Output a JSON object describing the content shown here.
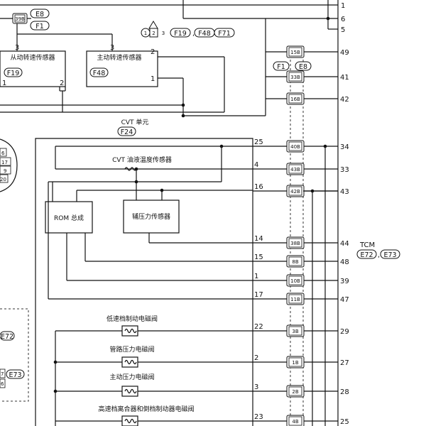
{
  "top_connector": {
    "code": "39B",
    "refs": [
      "E8",
      "F1"
    ]
  },
  "top_refs": {
    "numbers": [
      "1",
      "2",
      "3"
    ],
    "refs": [
      "F19",
      "F48",
      "F71"
    ]
  },
  "sensors": {
    "secondary": {
      "pin": "3",
      "name": "从动转速传感器",
      "ref": "F19",
      "pin_left": "1",
      "pin_right": "2"
    },
    "primary": {
      "pin": "3",
      "name": "主动转速传感器",
      "ref": "F48",
      "pin2": "2",
      "pin1": "1"
    }
  },
  "right_pins": {
    "p1": "1",
    "p6": "6",
    "p5": "5"
  },
  "cvt_unit": {
    "label": "CVT 单元",
    "ref": "F24"
  },
  "mid_refs": [
    "F1",
    "E8"
  ],
  "oil_temp_sensor": {
    "name": "CVT 油液温度传感器"
  },
  "rom_assembly": {
    "name": "ROM 总成"
  },
  "pressure_sensor": {
    "name": "辅压力传感器"
  },
  "solenoids": [
    {
      "name": "低速档制动电磁阀"
    },
    {
      "name": "管路压力电磁阀"
    },
    {
      "name": "主动压力电磁阀"
    },
    {
      "name": "高速档离合器和倒档制动器电磁阀"
    }
  ],
  "rows": [
    {
      "unit_pin": "",
      "conn": "15B",
      "tcm_pin": "49"
    },
    {
      "unit_pin": "",
      "conn": "33B",
      "tcm_pin": "41"
    },
    {
      "unit_pin": "",
      "conn": "16B",
      "tcm_pin": "42"
    },
    {
      "unit_pin": "25",
      "conn": "40B",
      "tcm_pin": "34"
    },
    {
      "unit_pin": "4",
      "conn": "43B",
      "tcm_pin": "33"
    },
    {
      "unit_pin": "16",
      "conn": "42B",
      "tcm_pin": "43"
    },
    {
      "unit_pin": "14",
      "conn": "38B",
      "tcm_pin": "44"
    },
    {
      "unit_pin": "15",
      "conn": "8B",
      "tcm_pin": "48"
    },
    {
      "unit_pin": "1",
      "conn": "10B",
      "tcm_pin": "39"
    },
    {
      "unit_pin": "17",
      "conn": "11B",
      "tcm_pin": "47"
    },
    {
      "unit_pin": "22",
      "conn": "3B",
      "tcm_pin": "29"
    },
    {
      "unit_pin": "2",
      "conn": "1B",
      "tcm_pin": "27"
    },
    {
      "unit_pin": "3",
      "conn": "2B",
      "tcm_pin": "28"
    },
    {
      "unit_pin": "23",
      "conn": "4B",
      "tcm_pin": "25"
    }
  ],
  "tcm": {
    "label": "TCM",
    "refs": [
      "E72",
      "E73"
    ]
  },
  "left_connector": {
    "pins": [
      "6",
      "17",
      "9",
      "20"
    ]
  },
  "left_dashed": {
    "refs": [
      "E72",
      "E73"
    ],
    "pins": [
      "7",
      "6"
    ]
  }
}
